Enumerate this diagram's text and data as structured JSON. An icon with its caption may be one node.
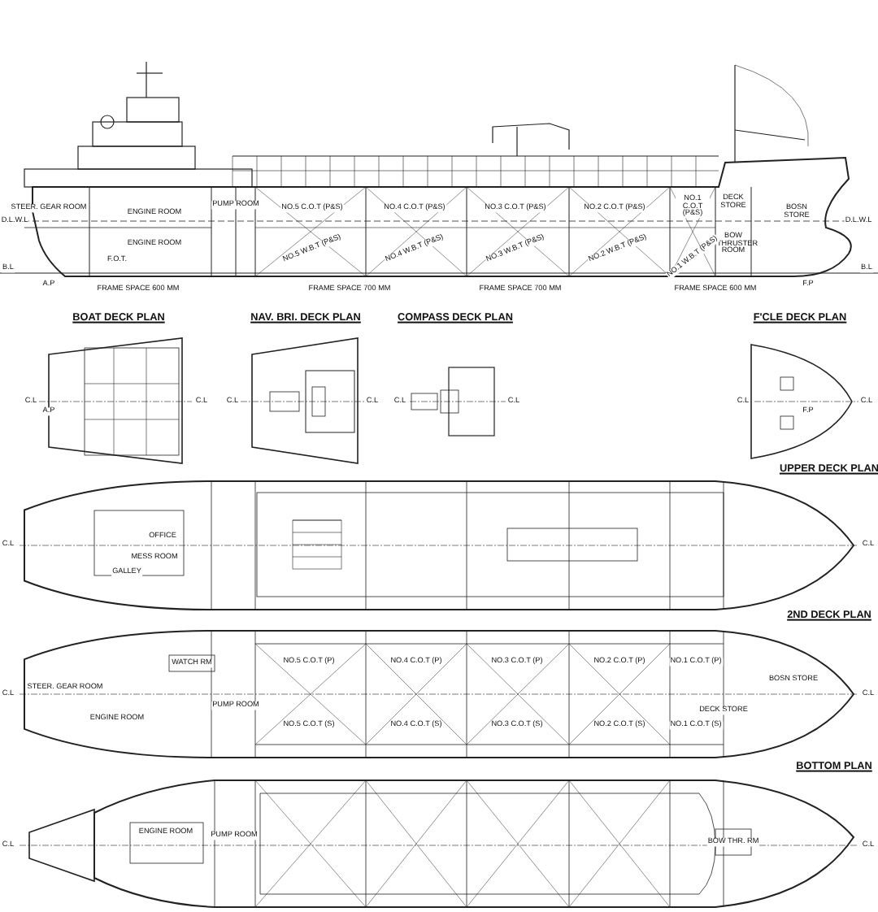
{
  "diagram": {
    "labels": [
      "STEER. GEAR ROOM",
      "ENGINE ROOM",
      "PUMP ROOM",
      "NO.5 C.O.T (P&S)",
      "NO.4 C.O.T (P&S)",
      "NO.3 C.O.T (P&S)",
      "NO.2 C.O.T (P&S)",
      "NO.1 C.O.T (P&S)",
      "DECK STORE",
      "BOSN STORE",
      "D.L.W.L",
      "D.L.W.L",
      "ENGINE ROOM",
      "BOW THRUSTER ROOM",
      "NO.5 W.B.T (P&S)",
      "NO.4 W.B.T (P&S)",
      "NO.3 W.B.T (P&S)",
      "NO.2 W.B.T (P&S)",
      "NO.1 W.B.T (P&S)",
      "F.O.T.",
      "B.L",
      "B.L",
      "A.P",
      "F.P",
      "FRAME SPACE 600 MM",
      "FRAME SPACE 700 MM",
      "FRAME SPACE 700 MM",
      "FRAME SPACE 600 MM",
      "BOAT DECK PLAN",
      "NAV. BRI. DECK PLAN",
      "COMPASS DECK PLAN",
      "F'CLE DECK PLAN",
      "C.L",
      "C.L",
      "A.P",
      "C.L",
      "C.L",
      "C.L",
      "C.L",
      "C.L",
      "F.P",
      "C.L",
      "UPPER DECK PLAN",
      "OFFICE",
      "C.L",
      "C.L",
      "MESS ROOM",
      "GALLEY",
      "2ND DECK PLAN",
      "WATCH RM",
      "NO.5 C.O.T (P)",
      "NO.4 C.O.T (P)",
      "NO.3 C.O.T (P)",
      "NO.2 C.O.T (P)",
      "NO.1 C.O.T (P)",
      "BOSN STORE",
      "STEER. GEAR ROOM",
      "C.L",
      "C.L",
      "PUMP ROOM",
      "DECK STORE",
      "ENGINE ROOM",
      "NO.5 C.O.T (S)",
      "NO.4 C.O.T (S)",
      "NO.3 C.O.T (S)",
      "NO.2 C.O.T (S)",
      "NO.1 C.O.T (S)",
      "BOTTOM PLAN",
      "ENGINE ROOM",
      "PUMP ROOM",
      "BOW THR. RM",
      "C.L",
      "C.L"
    ]
  }
}
